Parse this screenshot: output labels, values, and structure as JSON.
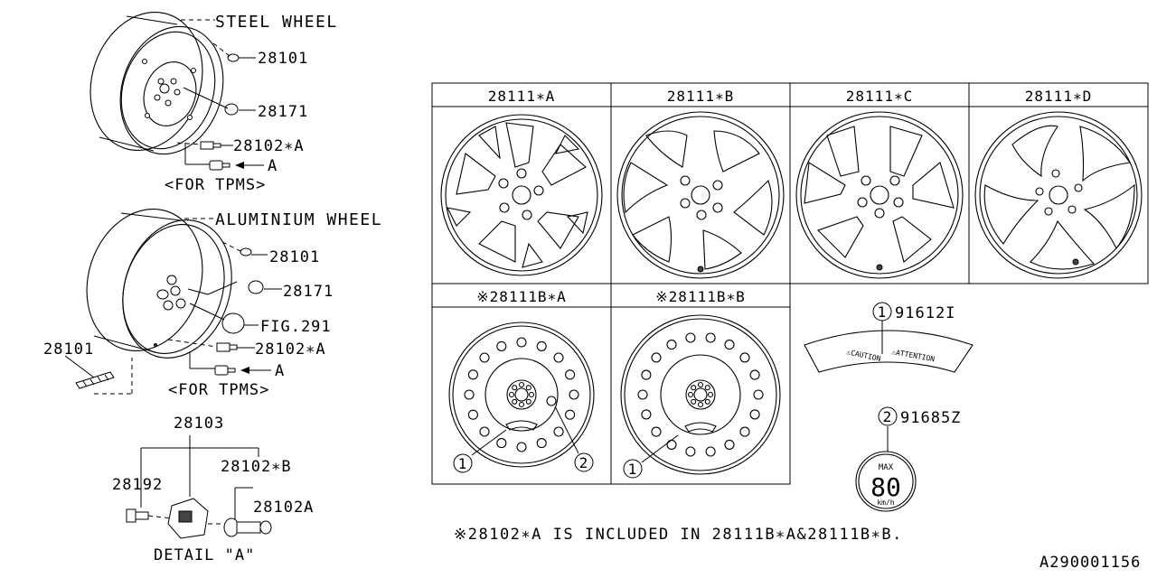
{
  "left_labels": {
    "steel_wheel": "STEEL WHEEL",
    "steel_28101": "28101",
    "steel_28171": "28171",
    "steel_28102a": "28102∗A",
    "steel_a": "A",
    "steel_tpms": "<FOR TPMS>",
    "alu_wheel": "ALUMINIUM WHEEL",
    "alu_28101": "28101",
    "alu_28171": "28171",
    "alu_fig": "FIG.291",
    "alu_28102a": "28102∗A",
    "alu_28101_side": "28101",
    "alu_a": "A",
    "alu_tpms": "<FOR TPMS>",
    "detail_28103": "28103",
    "detail_28192": "28192",
    "detail_28102b": "28102∗B",
    "detail_28102a": "28102A",
    "detail_title": "DETAIL \"A\""
  },
  "grid": {
    "row1_headers": [
      "28111∗A",
      "28111∗B",
      "28111∗C",
      "28111∗D"
    ],
    "row2_headers": [
      "※28111B∗A",
      "※28111B∗B"
    ]
  },
  "callouts": {
    "c1": "1",
    "c2": "2",
    "label1": "91612I",
    "label2": "91685Z"
  },
  "caution_label": {
    "left_text": "⚠CAUTION",
    "right_text": "⚠ATTENTION"
  },
  "speed_label": {
    "max": "MAX",
    "value": "80",
    "unit": "km/h"
  },
  "footnote": "※28102∗A IS INCLUDED IN 28111B∗A&28111B∗B.",
  "part_code": "A290001156",
  "icons": [
    "steel-wheel-icon",
    "aluminium-wheel-icon",
    "valve-icon",
    "tpms-sensor-icon",
    "alloy-wheel-icon",
    "steel-wheel-front-icon",
    "caution-label-icon",
    "speed-label-icon"
  ]
}
